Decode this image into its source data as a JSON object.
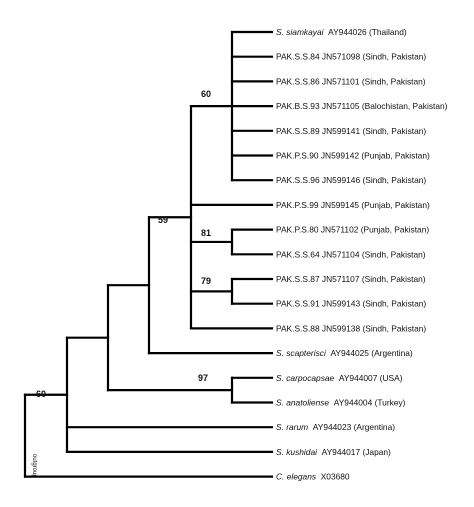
{
  "taxa": [
    {
      "id": "t0",
      "species": "S. siamkayai",
      "label": "AY944026 (Thailand)"
    },
    {
      "id": "t1",
      "species": "",
      "label": "PAK.S.S.84 JN571098 (Sindh, Pakistan)"
    },
    {
      "id": "t2",
      "species": "",
      "label": "PAK.S.S.86 JN571101 (Sindh, Pakistan)"
    },
    {
      "id": "t3",
      "species": "",
      "label": "PAK.B.S.93 JN571105 (Balochistan, Pakistan)"
    },
    {
      "id": "t4",
      "species": "",
      "label": "PAK.S.S.89 JN599141 (Sindh, Pakistan)"
    },
    {
      "id": "t5",
      "species": "",
      "label": "PAK.P.S.90 JN599142 (Punjab, Pakistan)"
    },
    {
      "id": "t6",
      "species": "",
      "label": "PAK.S.S.96 JN599146 (Sindh, Pakistan)"
    },
    {
      "id": "t7",
      "species": "",
      "label": "PAK.P.S.99 JN599145 (Punjab, Pakistan)"
    },
    {
      "id": "t8",
      "species": "",
      "label": "PAK.P.S.80 JN571102 (Punjab, Pakistan)"
    },
    {
      "id": "t9",
      "species": "",
      "label": "PAK.S.S.64 JN571104 (Sindh, Pakistan)"
    },
    {
      "id": "t10",
      "species": "",
      "label": "PAK.S.S.87 JN571107 (Sindh, Pakistan)"
    },
    {
      "id": "t11",
      "species": "",
      "label": "PAK.S.S.91 JN599143 (Sindh, Pakistan)"
    },
    {
      "id": "t12",
      "species": "",
      "label": "PAK.S.S.88 JN599138 (Sindh, Pakistan)"
    },
    {
      "id": "t13",
      "species": "S. scapterisci",
      "label": "AY944025 (Argentina)"
    },
    {
      "id": "t14",
      "species": "S. carpocapsae",
      "label": "AY944007 (USA)"
    },
    {
      "id": "t15",
      "species": "S. anatoliense",
      "label": "AY944004 (Turkey)"
    },
    {
      "id": "t16",
      "species": "S. rarum",
      "label": "AY944023 (Argentina)"
    },
    {
      "id": "t17",
      "species": "S. kushidai",
      "label": "AY944017 (Japan)"
    },
    {
      "id": "t18",
      "species": "C. elegans",
      "label": "X03680"
    }
  ],
  "support_values": {
    "root": "60",
    "core_clade": "59",
    "siamkayai_clade": "60",
    "pakp80_clade": "81",
    "paks87_clade": "79",
    "carpocapsae_clade": "97"
  },
  "outgroup_note": "outgroup",
  "colors": {
    "branch": "#000000",
    "text": "#111111",
    "background": "#ffffff"
  }
}
